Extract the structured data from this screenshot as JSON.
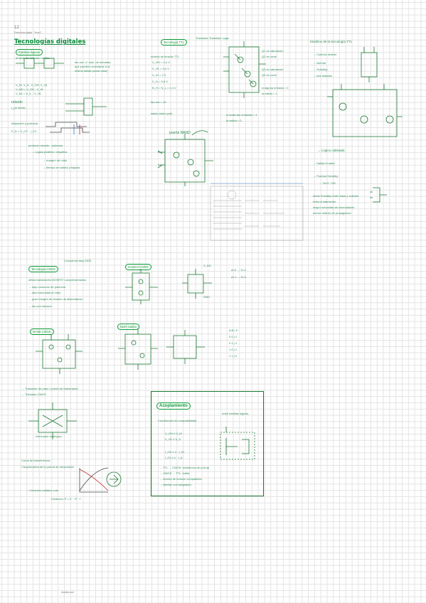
{
  "page": {
    "number": "12",
    "subtitle": "Electrònica digital · Tema 2",
    "footer": "docsity.com"
  },
  "colors": {
    "ink_green": "#0f9d3a",
    "ink_dark_green": "#166b2a",
    "ink_orange": "#f0a020",
    "grid": "#e3e3e3"
  },
  "sections": {
    "tecnologias": {
      "title": "Tecnologías digitales",
      "pill": "Familias lógicas",
      "notes": [
        "tensión de entrada / salida",
        "V_IH, V_IL, V_OH, V_OL",
        "V_NH = V_OH - V_IH",
        "V_NL = V_IL - V_OL",
        "fan-out: n° máx. de entradas",
        "que pueden conectarse a la",
        "misma salida (worst case)",
        "retardo",
        "t_pd medio",
        "disipación y potencia",
        "P_D = V_CC · I_CC",
        "producto retardo · potencia",
        "→ Lógica positiva / negativa",
        "→ margen de ruido",
        "→ tiempo de subida y bajada"
      ]
    },
    "tecnologia_ttl": {
      "title": "Tecnología TTL",
      "tag": "Transistor-Transistor Logic",
      "notes": [
        "niveles de tensión TTL",
        "V_OH = 2,4 V",
        "V_OL = 0,4 V",
        "V_IH = 2 V",
        "V_IL = 0,8 V",
        "N_H = N_L = 0,4 V",
        "fan-out = 10",
        "puerta NAND",
        "salida tótem-pole"
      ],
      "orange_notes": [
        "Q1 en saturación",
        "Q2 en corte",
        "Q3 en saturación",
        "Q4 en corte",
        "si alguna entrada = 0",
        "la salida = 1",
        "si todas las entradas = 1",
        "la salida = 0"
      ]
    },
    "modelos_ttl": {
      "title": "Modelos de la tecnología TTL",
      "items": [
        "→ Colector abierto",
        "→ Normal",
        "→ Schottky",
        "→ tres estados",
        "→ Lógica cableada",
        "→ Salida tri-state",
        "→ Puertas Schottky",
        "→ 74LS, 74S"
      ],
      "orange_notes": [
        "diodo Schottky entre base y colector",
        "evita la saturación",
        "mayor velocidad de conmutación",
        "menor retardo de propagación"
      ]
    },
    "tecnologia_cmos": {
      "title": "Tecnología CMOS",
      "tag": "Complementary MOS",
      "notes": [
        "utiliza transistores MOSFET complementarios",
        "→ bajo consumo de potencia",
        "→ alta inmunidad al ruido",
        "→ gran margen de tensión de alimentación",
        "→ fan-out elevado",
        "Inversor CMOS",
        "NAND CMOS",
        "NOR CMOS",
        "A B | S",
        "0 0 | 1",
        "0 1 | 1",
        "1 0 | 1",
        "1 1 | 0"
      ],
      "truth": [
        "A=0 → S=1",
        "A=1 → S=0",
        "V_DD",
        "GND"
      ]
    },
    "cmos_otros": {
      "items": [
        "→ Transistor de paso / puerta de transmisión",
        "→ Triestado CMOS",
        "→ Interruptor analógico",
        "Curva de transferencia",
        "Característica de la puerta de transmisión",
        "→ Consumo estático nulo",
        "Dinámico: P = C · V² · f"
      ]
    },
    "acoplamiento": {
      "title": "Acoplamiento",
      "subtitle": "Condiciones de compatibilidad",
      "tag": "entre familias lógicas",
      "conditions": [
        "V_OH ≥ V_IH",
        "V_OL ≤ V_IL",
        "I_OH ≥ n · I_IH",
        "I_OL ≥ n · I_IL"
      ],
      "notes": [
        "→ TTL → CMOS: resistencia de pull-up",
        "→ CMOS → TTL: buffer",
        "→ niveles de tensión compatibles",
        "→ interfaz con adaptador"
      ]
    }
  }
}
